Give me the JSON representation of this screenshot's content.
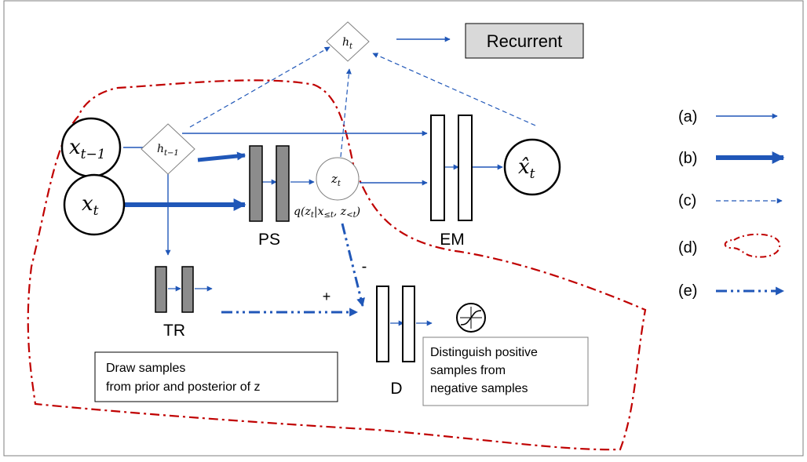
{
  "recurrent_label": "Recurrent",
  "nodes": {
    "h_t": {
      "base": "h",
      "sub": "t"
    },
    "h_prev": {
      "base": "h",
      "sub": "t−1"
    },
    "x_prev": {
      "base": "x",
      "sub": "t−1"
    },
    "x_t": {
      "base": "x",
      "sub": "t"
    },
    "z_t": {
      "base": "z",
      "sub": "t"
    },
    "x_hat": {
      "base": "x̂",
      "sub": "t"
    }
  },
  "posterior_formula": {
    "q": "q(",
    "z": "z",
    "z_sub": "t",
    "bar": "|",
    "x": "x",
    "x_sub": "≤t",
    "comma": ", ",
    "z2": "z",
    "z2_sub": "<t",
    "close": ")"
  },
  "blocks": {
    "ps": "PS",
    "em": "EM",
    "tr": "TR",
    "d": "D"
  },
  "signs": {
    "plus": "+",
    "minus": "-"
  },
  "notes": {
    "draw_samples": [
      "Draw samples",
      "from prior and posterior of z"
    ],
    "distinguish": [
      "Distinguish positive",
      "samples from",
      "negative samples"
    ]
  },
  "legend": [
    {
      "label": "(a)",
      "style": "thin-arrow"
    },
    {
      "label": "(b)",
      "style": "thick-arrow"
    },
    {
      "label": "(c)",
      "style": "dashed-arrow"
    },
    {
      "label": "(d)",
      "style": "dash-dot-loop"
    },
    {
      "label": "(e)",
      "style": "dash-dot-dot-arrow"
    }
  ],
  "colors": {
    "arrow_blue": "#2057b8",
    "loop_red": "#c00000",
    "block_gray": "#8c8c8c",
    "recurrent_fill": "#d9d9d9"
  }
}
